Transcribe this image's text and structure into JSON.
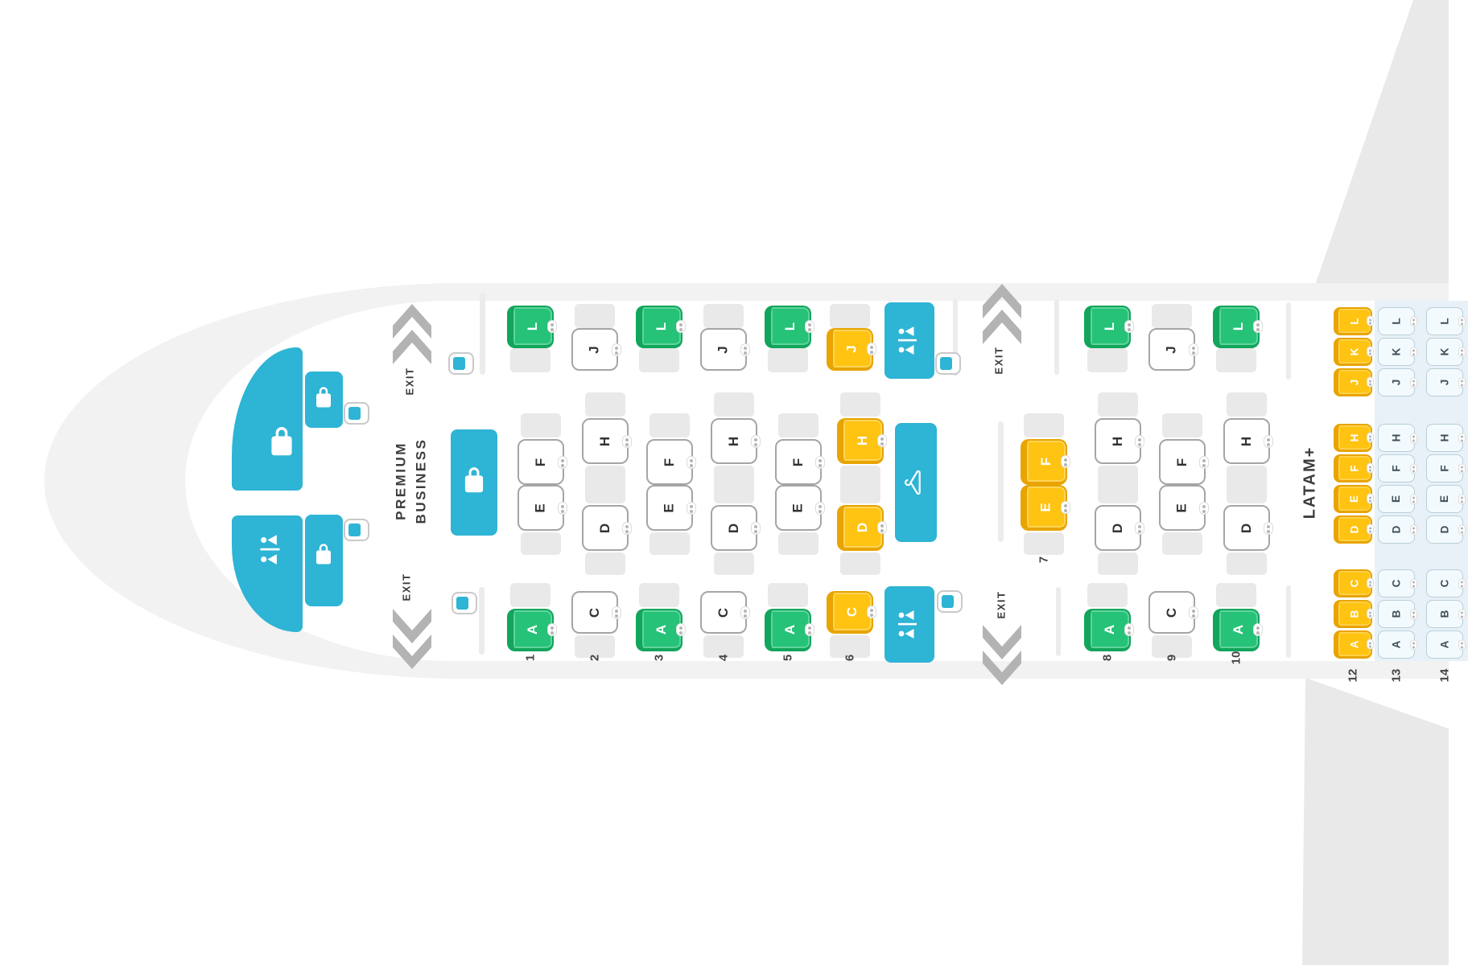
{
  "labels": {
    "premium_cabin": "PREMIUM\nBUSINESS",
    "economy_cabin": "LATAM+",
    "exit": "EXIT"
  },
  "colors": {
    "teal": "#2eb4d4",
    "seat_green": "#25c278",
    "seat_green_border": "#12a55c",
    "seat_yellow": "#ffc312",
    "seat_yellow_border": "#e8a400",
    "seat_outline_border": "#a5a5a5",
    "eco_seat_fill": "#f3fafd",
    "eco_seat_border": "#b9ced8",
    "eco_band": "#e7f1f7",
    "fuselage": "#f2f2f2",
    "wing": "#e9e9e9",
    "shadow": "#e9e9e9",
    "chevron": "#b3b3b3",
    "text": "#3c3c3c"
  },
  "premium_cabin": {
    "rows": [
      {
        "number": 1,
        "seats": [
          {
            "letter": "L",
            "state": "green"
          },
          {
            "letter": "F",
            "state": "outline"
          },
          {
            "letter": "E",
            "state": "outline"
          },
          {
            "letter": "A",
            "state": "green"
          }
        ]
      },
      {
        "number": 2,
        "seats": [
          {
            "letter": "J",
            "state": "outline"
          },
          {
            "letter": "H",
            "state": "outline"
          },
          {
            "letter": "D",
            "state": "outline"
          },
          {
            "letter": "C",
            "state": "outline"
          }
        ]
      },
      {
        "number": 3,
        "seats": [
          {
            "letter": "L",
            "state": "green"
          },
          {
            "letter": "F",
            "state": "outline"
          },
          {
            "letter": "E",
            "state": "outline"
          },
          {
            "letter": "A",
            "state": "green"
          }
        ]
      },
      {
        "number": 4,
        "seats": [
          {
            "letter": "J",
            "state": "outline"
          },
          {
            "letter": "H",
            "state": "outline"
          },
          {
            "letter": "D",
            "state": "outline"
          },
          {
            "letter": "C",
            "state": "outline"
          }
        ]
      },
      {
        "number": 5,
        "seats": [
          {
            "letter": "L",
            "state": "green"
          },
          {
            "letter": "F",
            "state": "outline"
          },
          {
            "letter": "E",
            "state": "outline"
          },
          {
            "letter": "A",
            "state": "green"
          }
        ]
      },
      {
        "number": 6,
        "seats": [
          {
            "letter": "J",
            "state": "yellow"
          },
          {
            "letter": "H",
            "state": "yellow"
          },
          {
            "letter": "D",
            "state": "yellow"
          },
          {
            "letter": "C",
            "state": "yellow"
          }
        ]
      },
      {
        "number": 7,
        "seats": [
          {
            "letter": "F",
            "state": "yellow"
          },
          {
            "letter": "E",
            "state": "yellow"
          }
        ]
      },
      {
        "number": 8,
        "seats": [
          {
            "letter": "L",
            "state": "green"
          },
          {
            "letter": "H",
            "state": "outline"
          },
          {
            "letter": "D",
            "state": "outline"
          },
          {
            "letter": "A",
            "state": "green"
          }
        ]
      },
      {
        "number": 9,
        "seats": [
          {
            "letter": "J",
            "state": "outline"
          },
          {
            "letter": "F",
            "state": "outline"
          },
          {
            "letter": "E",
            "state": "outline"
          },
          {
            "letter": "C",
            "state": "outline"
          }
        ]
      },
      {
        "number": 10,
        "seats": [
          {
            "letter": "L",
            "state": "green"
          },
          {
            "letter": "H",
            "state": "outline"
          },
          {
            "letter": "D",
            "state": "outline"
          },
          {
            "letter": "A",
            "state": "green"
          }
        ]
      }
    ]
  },
  "economy_cabin": {
    "rows": [
      {
        "number": 12,
        "state": "ecoYellow",
        "letters": [
          "L",
          "K",
          "J",
          "H",
          "F",
          "E",
          "D",
          "C",
          "B",
          "A"
        ]
      },
      {
        "number": 13,
        "state": "pale",
        "letters": [
          "L",
          "K",
          "J",
          "H",
          "F",
          "E",
          "D",
          "C",
          "B",
          "A"
        ]
      },
      {
        "number": 14,
        "state": "pale",
        "letters": [
          "L",
          "K",
          "J",
          "H",
          "F",
          "E",
          "D",
          "C",
          "B",
          "A"
        ]
      }
    ]
  },
  "monuments": [
    {
      "name": "nose-galley-upper",
      "icon": "luggage"
    },
    {
      "name": "nose-stowage-upper",
      "icon": "luggage"
    },
    {
      "name": "nose-lavatory-lower",
      "icon": "lavatory"
    },
    {
      "name": "nose-stowage-lower",
      "icon": "luggage"
    },
    {
      "name": "forward-galley",
      "icon": "luggage"
    },
    {
      "name": "mid-lavatory-upper",
      "icon": "lavatory"
    },
    {
      "name": "mid-coat-closet",
      "icon": "hanger"
    },
    {
      "name": "mid-lavatory-lower",
      "icon": "lavatory"
    }
  ],
  "exits": [
    {
      "name": "exit-forward-upper",
      "direction": "up"
    },
    {
      "name": "exit-forward-lower",
      "direction": "down"
    },
    {
      "name": "exit-mid-upper",
      "direction": "up"
    },
    {
      "name": "exit-mid-lower",
      "direction": "down"
    }
  ]
}
